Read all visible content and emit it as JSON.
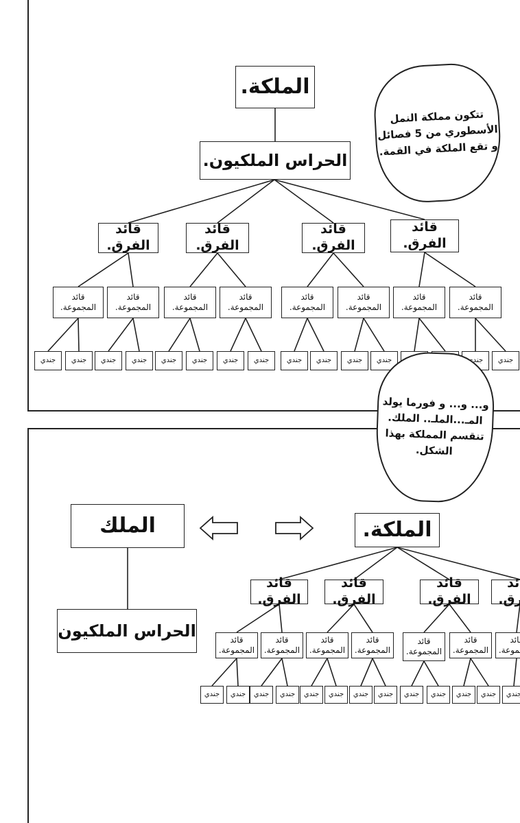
{
  "bubbles": {
    "intro": "تتكون مملكة النمل\nالأسطوري من 5 فصائل\nو تقع الملكة في القمة.",
    "king": "و... و... و فورما يولد\nالمـ...الملـ.. الملك.\nتنقسم المملكة بهذا\nالشكل."
  },
  "top_chart": {
    "queen": "الملكة.",
    "guards": "الحراس الملكيون.",
    "captains": [
      "قائد الفرق.",
      "قائد الفرق.",
      "قائد الفرق.",
      "قائد الفرق."
    ],
    "group_leader": "قائد\nالمجموعة.",
    "soldier": "جندي"
  },
  "bottom_chart": {
    "king": "الملك",
    "guards": "الحراس الملكيون",
    "queen": "الملكة.",
    "captains": [
      "قائد الفرق.",
      "قائد الفرق.",
      "قائد الفرق.",
      "قائد الفرق."
    ],
    "group_leader": "قائد\nالمجموعة.",
    "soldier": "جندي"
  },
  "arrows": {
    "left": "arrow-left-icon",
    "right": "arrow-right-icon"
  }
}
